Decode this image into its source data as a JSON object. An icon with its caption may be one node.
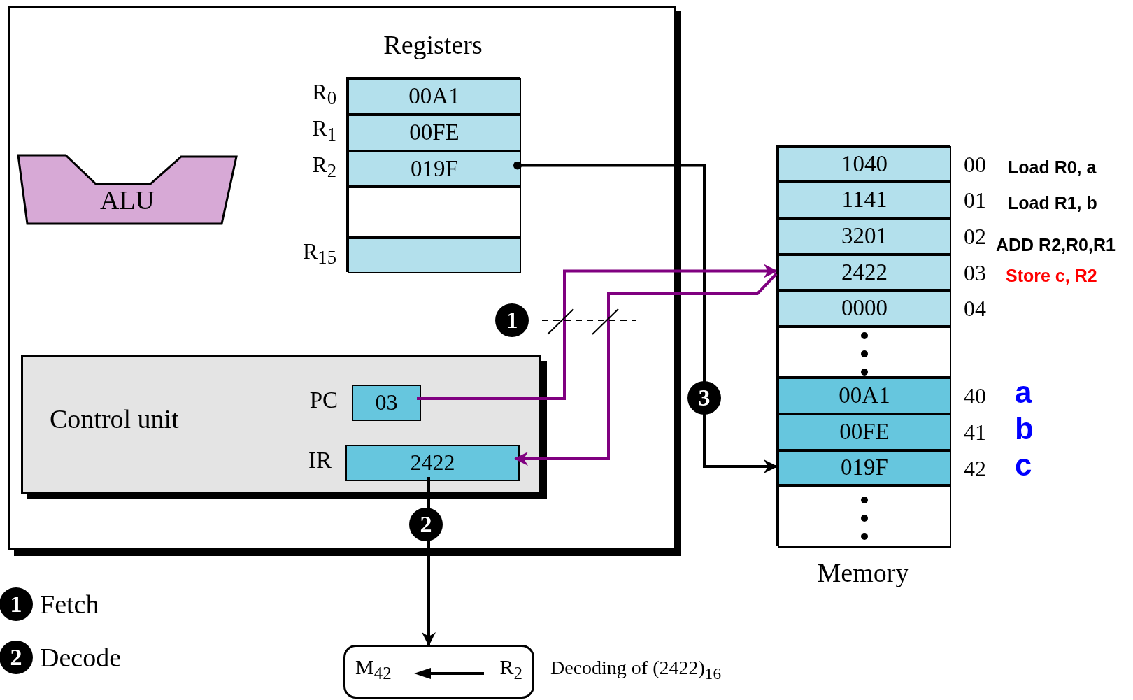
{
  "diagram": {
    "nodes": [
      {
        "text": [],
        "shape": "box"
      },
      {
        "text": [
          "Registers"
        ],
        "in": 0
      },
      {
        "text": [
          "00A1"
        ],
        "in": 1,
        "beside": [
          "R$_{0}$"
        ]
      },
      {
        "text": [
          "00FE"
        ],
        "in": 1,
        "beside": [
          "R$_{1}$"
        ]
      },
      {
        "text": [
          "019F"
        ],
        "in": 1,
        "beside": [
          "R$_{2}$"
        ]
      },
      {
        "text": [],
        "shape": "box",
        "in": 1
      },
      {
        "text": [],
        "shape": "box",
        "in": 1,
        "beside": [
          "R$_{15}$"
        ]
      },
      {
        "text": [
          "ALU"
        ],
        "in": 0
      },
      {
        "text": [
          "Control unit"
        ],
        "in": 0
      },
      {
        "text": [
          "03"
        ],
        "in": 8,
        "beside": [
          "PC"
        ]
      },
      {
        "text": [
          "2422"
        ],
        "in": 8,
        "beside": [
          "IR"
        ]
      },
      {
        "text": [
          "Memory"
        ]
      },
      {
        "text": [
          "1040"
        ],
        "in": 11,
        "beside": [
          "00",
          "Load R0, a"
        ]
      },
      {
        "text": [
          "1141"
        ],
        "in": 11,
        "beside": [
          "01",
          "Load R1, b"
        ]
      },
      {
        "text": [
          "3201"
        ],
        "in": 11,
        "beside": [
          "02",
          "ADD R2,R0,R1"
        ]
      },
      {
        "text": [
          "2422"
        ],
        "in": 11,
        "beside": [
          "03",
          "Store c, R2"
        ]
      },
      {
        "text": [
          "0000"
        ],
        "in": 11,
        "beside": [
          "04"
        ]
      },
      {
        "text": [],
        "shape": "box",
        "in": 11
      },
      {
        "text": [
          "00A1"
        ],
        "in": 11,
        "beside": [
          "40",
          "a"
        ]
      },
      {
        "text": [
          "00FE"
        ],
        "in": 11,
        "beside": [
          "41",
          "b"
        ]
      },
      {
        "text": [
          "019F"
        ],
        "in": 11,
        "beside": [
          "42",
          "c"
        ]
      },
      {
        "text": [],
        "shape": "box",
        "in": 11
      },
      {
        "text": [
          "M$_{42}$",
          "R$_{2}$"
        ],
        "beside": [
          "Decoding of (2422)$_{16}$"
        ]
      }
    ],
    "edges": [
      {
        "from": 4,
        "to": 20,
        "arrow": "to",
        "color": "#000000"
      },
      {
        "from": 9,
        "to": 15,
        "arrow": "to",
        "color": "#800080"
      },
      {
        "from": 15,
        "to": 10,
        "arrow": "to",
        "color": "#800080"
      },
      {
        "from": 10,
        "to": 22,
        "arrow": "to",
        "color": "#000000"
      }
    ],
    "labels": [
      "1",
      "3",
      "2",
      "1",
      "2"
    ],
    "legend": [
      {
        "text": "Fetch"
      },
      {
        "text": "Decode"
      }
    ]
  }
}
